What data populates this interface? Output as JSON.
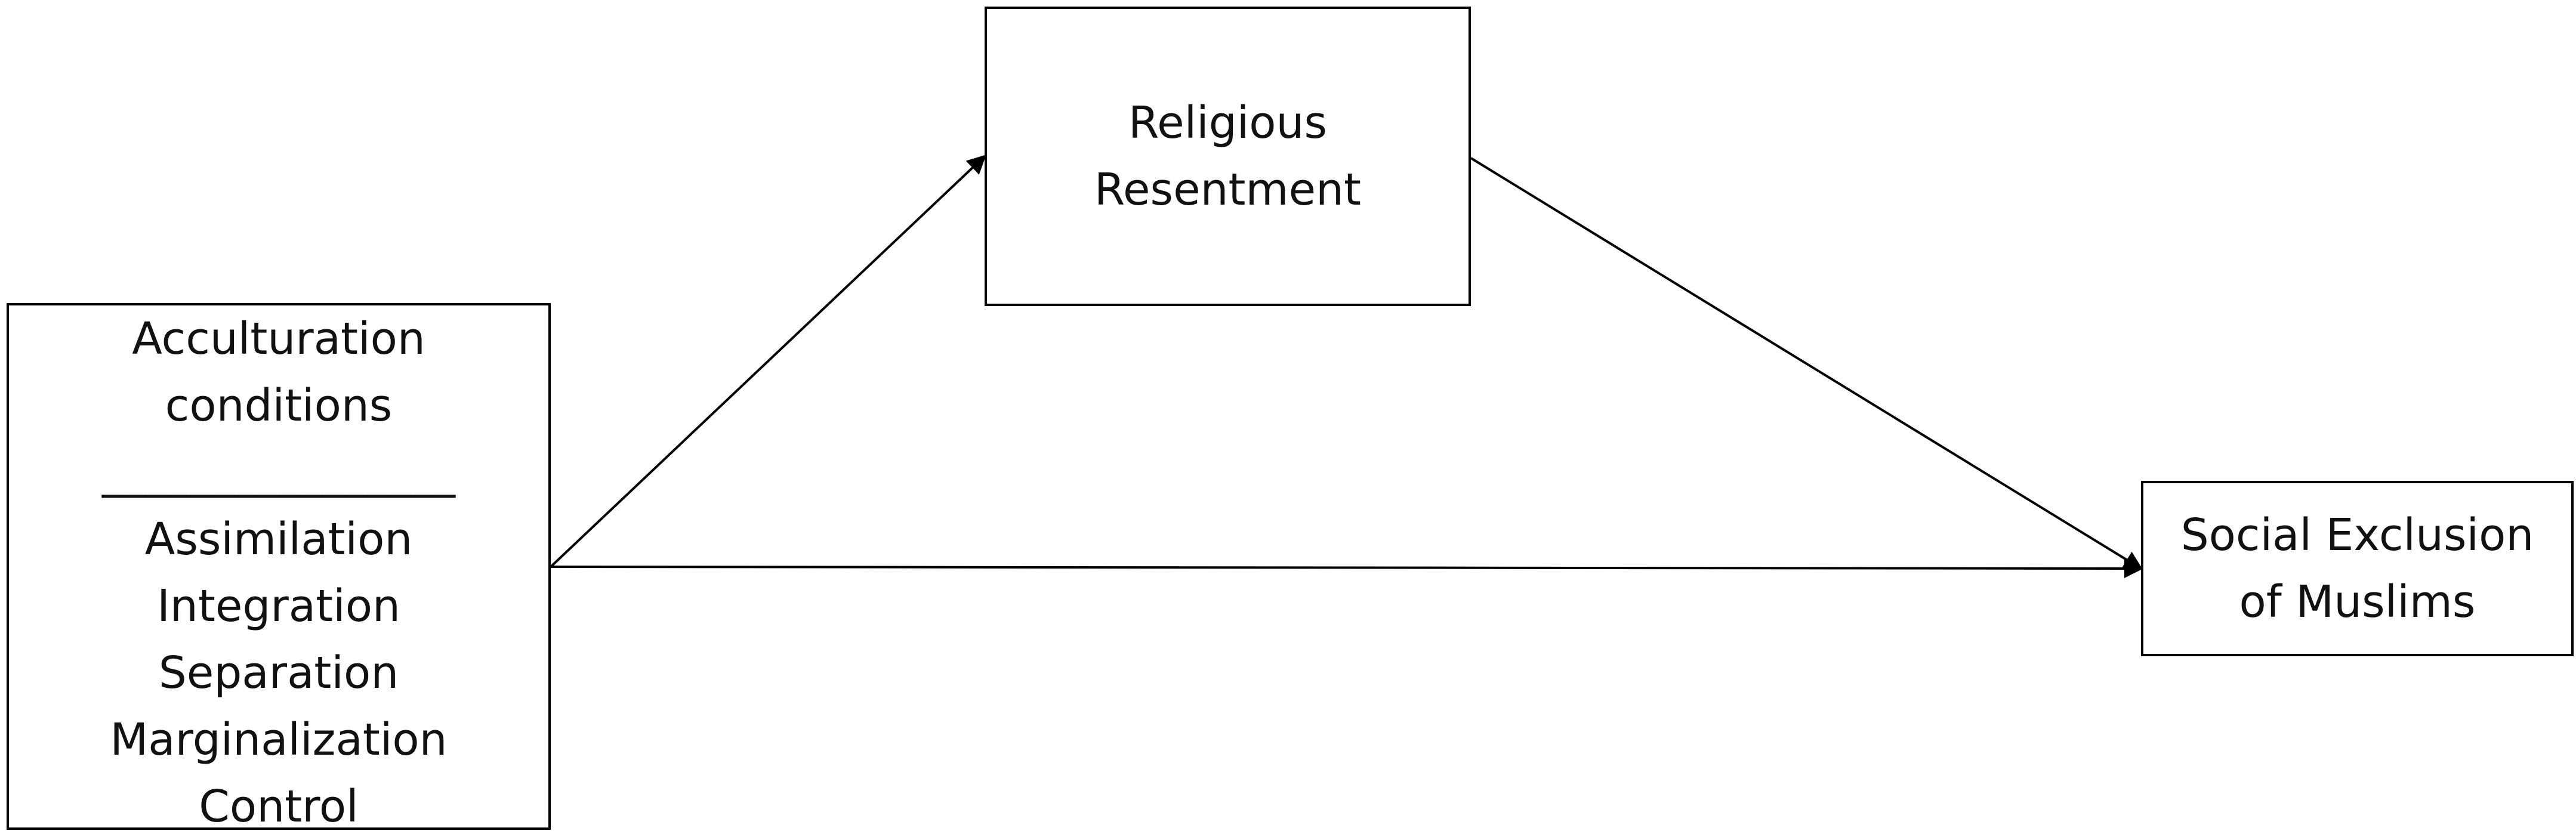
{
  "diagram": {
    "nodes": {
      "acculturation": {
        "title_lines": [
          "Acculturation",
          "conditions"
        ],
        "separator": "________________",
        "items": [
          "Assimilation",
          "Integration",
          "Separation",
          "Marginalization",
          "Control"
        ]
      },
      "religious_resentment": {
        "lines": [
          "Religious",
          "Resentment"
        ]
      },
      "social_exclusion": {
        "lines": [
          "Social Exclusion",
          "of Muslims"
        ]
      }
    },
    "edges": [
      {
        "from": "acculturation",
        "to": "religious_resentment"
      },
      {
        "from": "religious_resentment",
        "to": "social_exclusion"
      },
      {
        "from": "acculturation",
        "to": "social_exclusion"
      }
    ],
    "colors": {
      "stroke": "#000000",
      "background": "#ffffff",
      "text": "#111111"
    }
  }
}
